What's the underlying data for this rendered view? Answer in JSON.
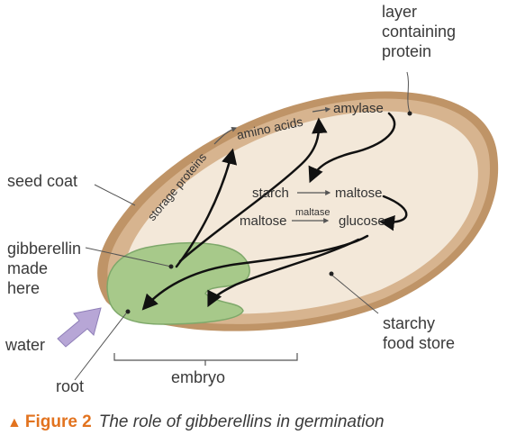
{
  "labels": {
    "layer": "layer\ncontaining\nprotein",
    "seed_coat": "seed coat",
    "gibberellin": "gibberellin\nmade\nhere",
    "water": "water",
    "root": "root",
    "embryo": "embryo",
    "starchy": "starchy\nfood store"
  },
  "inner": {
    "storage_proteins": "storage proteins",
    "amino_acids": "amino acids",
    "amylase": "amylase",
    "starch": "starch",
    "maltose_1": "maltose",
    "maltose_2": "maltose",
    "maltase": "maltase",
    "glucose": "glucose"
  },
  "caption": {
    "figure": "Figure 2",
    "text": "The role of gibberellins in germination"
  },
  "colors": {
    "seed_coat": "#bf9467",
    "aleurone": "#d7b48f",
    "endosperm": "#f3e8d9",
    "embryo": "#a7c98a",
    "water_arrow": "#b7a6d6",
    "caption_accent": "#e2731f"
  }
}
